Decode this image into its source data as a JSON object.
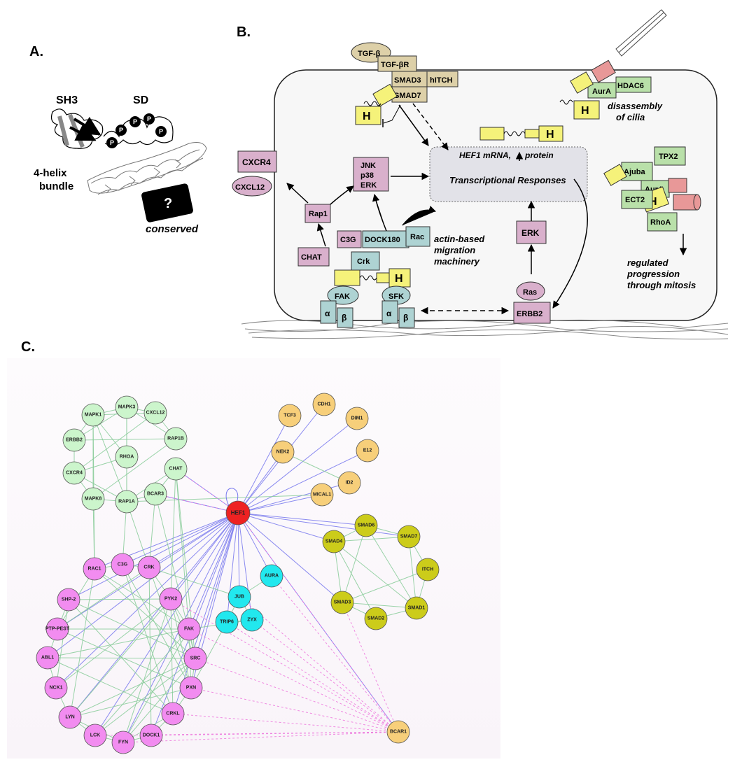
{
  "panels": {
    "a": "A.",
    "b": "B.",
    "c": "C."
  },
  "panel_a": {
    "sh3": "SH3",
    "sd": "SD",
    "p": "P",
    "bundle_line1": "4-helix",
    "bundle_line2": "bundle",
    "question": "?",
    "conserved": "conserved"
  },
  "panel_b": {
    "tgfb": "TGF-β",
    "tgfbr": "TGF-βR",
    "smad3": "SMAD3",
    "hitch": "hITCH",
    "smad7": "SMAD7",
    "h": "H",
    "hdac6": "HDAC6",
    "aura": "AurA",
    "disassembly_line1": "disassembly",
    "disassembly_line2": "of cilia",
    "mrna": "HEF1 mRNA,",
    "protein": "protein",
    "transcriptional": "Transcriptional Responses",
    "cxcr4": "CXCR4",
    "cxcl12": "CXCL12",
    "jnk": "JNK",
    "p38": "p38",
    "erk": "ERK",
    "rap1": "Rap1",
    "c3g": "C3G",
    "chat": "CHAT",
    "dock180": "DOCK180",
    "rac": "Rac",
    "crk": "Crk",
    "actin_line1": "actin-based",
    "actin_line2": "migration",
    "actin_line3": "machinery",
    "fak": "FAK",
    "sfk": "SFK",
    "alpha": "α",
    "beta": "β",
    "ras": "Ras",
    "erbb2": "ERBB2",
    "ajuba": "Ajuba",
    "tpx2": "TPX2",
    "ect2": "ECT2",
    "rhoa": "RhoA",
    "regulated_line1": "regulated",
    "regulated_line2": "progression",
    "regulated_line3": "through mitosis"
  },
  "network": {
    "colors": {
      "green": "#ccf5cc",
      "orange": "#f7cf7a",
      "olive": "#cccc1a",
      "pink": "#f28cf0",
      "cyan": "#22e8ee",
      "red": "#ee2222",
      "edge_blue": "#7777ee",
      "edge_green": "#88cc99",
      "edge_pink": "#ee77dd"
    },
    "groups": {
      "green": [
        "MAPK1",
        "MAPK3",
        "CXCL12",
        "ERBB2",
        "RAP1B",
        "RHOA",
        "CXCR4",
        "CHAT",
        "MAPK8",
        "BCAR3",
        "RAP1A"
      ],
      "orange": [
        "CDH1",
        "TCF3",
        "DIM1",
        "NEK2",
        "E12",
        "ID2",
        "MICAL1",
        "BCAR1"
      ],
      "olive": [
        "SMAD6",
        "SMAD7",
        "SMAD4",
        "ITCH",
        "SMAD3",
        "SMAD1",
        "SMAD2"
      ],
      "pink": [
        "RAC1",
        "C3G",
        "CRK",
        "SHP-2",
        "PYK2",
        "PTP-PEST",
        "FAK",
        "ABL1",
        "SRC",
        "NCK1",
        "PXN",
        "LYN",
        "CRKL",
        "LCK",
        "FYN",
        "DOCK1"
      ],
      "cyan": [
        "AURA",
        "JUB",
        "TRIP6",
        "ZYX"
      ],
      "red": [
        "HEF1"
      ]
    }
  }
}
